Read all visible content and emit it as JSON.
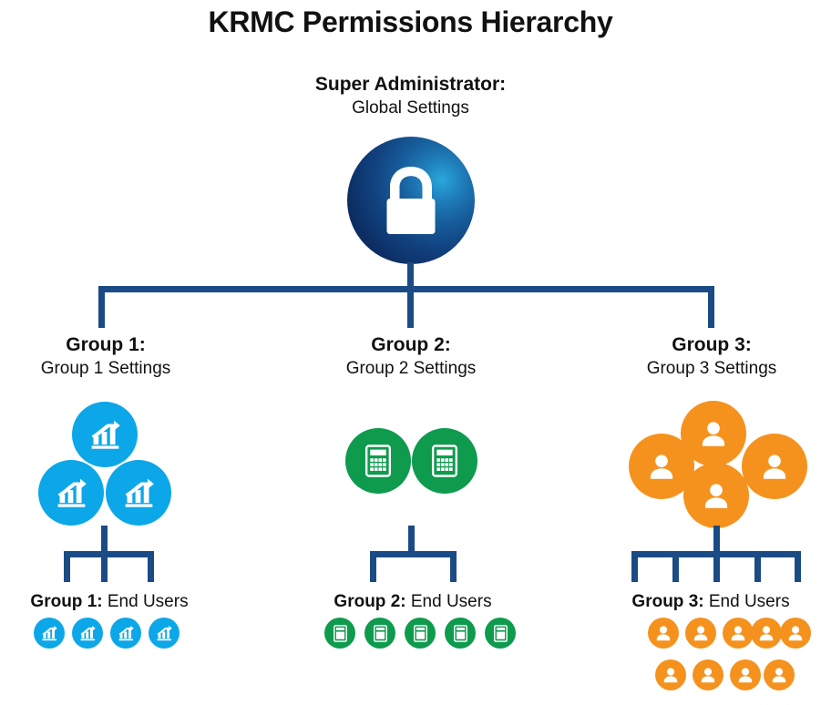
{
  "title": "KRMC Permissions Hierarchy",
  "colors": {
    "connector_navy": "#1b4b85",
    "sphere_dark_navy": "#0a2350",
    "sphere_cyan": "#2aa7dd",
    "group1_blue": "#0ca7e8",
    "group2_green": "#0e9b4d",
    "group3_orange": "#f5921e",
    "text": "#111111",
    "background": "#ffffff"
  },
  "root": {
    "name": "Super Administrator:",
    "scope": "Global Settings",
    "icon": "padlock-icon"
  },
  "groups": [
    {
      "id": "group-1",
      "name": "Group 1:",
      "scope": "Group 1 Settings",
      "color": "#0ca7e8",
      "icon": "bar-chart-growth-icon",
      "admin_icon_count": 3,
      "end_users_label_bold": "Group 1:",
      "end_users_label_rest": " End Users",
      "end_user_count": 4,
      "end_user_rows": [
        4
      ],
      "connector_drops": 3
    },
    {
      "id": "group-2",
      "name": "Group 2:",
      "scope": "Group 2 Settings",
      "color": "#0e9b4d",
      "icon": "calculator-icon",
      "admin_icon_count": 2,
      "end_users_label_bold": "Group 2:",
      "end_users_label_rest": " End Users",
      "end_user_count": 5,
      "end_user_rows": [
        5
      ],
      "connector_drops": 2
    },
    {
      "id": "group-3",
      "name": "Group 3:",
      "scope": "Group 3 Settings",
      "color": "#f5921e",
      "icon": "person-user-icon",
      "admin_icon_count": 4,
      "end_users_label_bold": "Group 3:",
      "end_users_label_rest": " End Users",
      "end_user_count": 9,
      "end_user_rows": [
        5,
        4
      ],
      "connector_drops": 5
    }
  ]
}
